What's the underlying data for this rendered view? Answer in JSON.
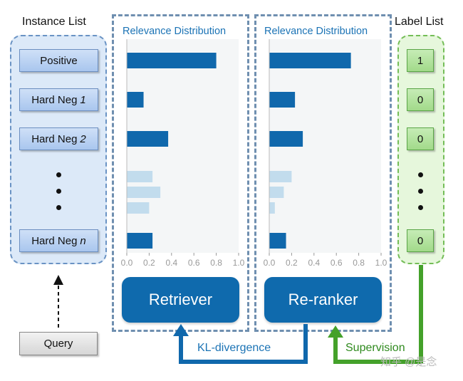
{
  "instance_list": {
    "title": "Instance List",
    "items": [
      {
        "prefix": "Positive",
        "suffix": ""
      },
      {
        "prefix": "Hard Neg",
        "suffix": "1"
      },
      {
        "prefix": "Hard Neg",
        "suffix": "2"
      },
      {
        "prefix": "Hard Neg",
        "suffix": "n"
      }
    ]
  },
  "label_list": {
    "title": "Label List",
    "items": [
      "1",
      "0",
      "0",
      "0"
    ]
  },
  "query": {
    "label": "Query"
  },
  "retriever": {
    "title": "Relevance Distribution",
    "label": "Retriever"
  },
  "reranker": {
    "title": "Relevance Distribution",
    "label": "Re-ranker"
  },
  "arrows": {
    "kl_label": "KL-divergence",
    "supervision_label": "Supervision"
  },
  "watermark": "知乎 @是念",
  "colors": {
    "bar": "#1068ac",
    "bar_faded": "#c2dced",
    "frame": "#6f8fb0",
    "supervision": "#44a12a"
  },
  "chart_data": [
    {
      "type": "bar",
      "orientation": "horizontal",
      "title": "Relevance Distribution",
      "categories": [
        "Positive",
        "Hard Neg 1",
        "Hard Neg 2",
        "",
        "",
        "",
        "Hard Neg n"
      ],
      "values": [
        0.8,
        0.15,
        0.37,
        0.23,
        0.3,
        0.2,
        0.23
      ],
      "faded": [
        false,
        false,
        false,
        true,
        true,
        true,
        false
      ],
      "xlim": [
        0,
        1.0
      ],
      "ticks": [
        "0.0",
        "0.2",
        "0.4",
        "0.6",
        "0.8",
        "1.0"
      ]
    },
    {
      "type": "bar",
      "orientation": "horizontal",
      "title": "Relevance Distribution",
      "categories": [
        "Positive",
        "Hard Neg 1",
        "Hard Neg 2",
        "",
        "",
        "",
        "Hard Neg n"
      ],
      "values": [
        0.73,
        0.23,
        0.3,
        0.2,
        0.13,
        0.05,
        0.15
      ],
      "faded": [
        false,
        false,
        false,
        true,
        true,
        true,
        false
      ],
      "xlim": [
        0,
        1.0
      ],
      "ticks": [
        "0.0",
        "0.2",
        "0.4",
        "0.6",
        "0.8",
        "1.0"
      ]
    }
  ]
}
